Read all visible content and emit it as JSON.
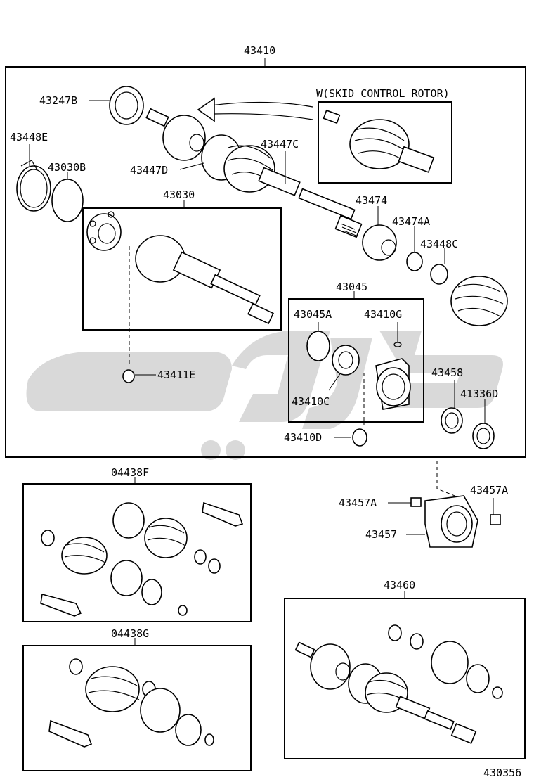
{
  "labels": {
    "main_assembly": "43410",
    "boot_outer": "43247B",
    "band_outer_a": "43448E",
    "ring_a": "43030B",
    "clamp_d": "43447D",
    "clamp_c": "43447C",
    "skid_control": "W(SKID CONTROL ROTOR)",
    "inner_joint": "43030",
    "damper": "43474",
    "clamp_474a": "43474A",
    "band_448c": "43448C",
    "bearing_kit": "43045",
    "snap_ring_a": "43045A",
    "snap_ring_g": "43410G",
    "snap_ring_e": "43411E",
    "bearing_c": "43410C",
    "snap_ring_d": "43410D",
    "seal": "43458",
    "dust_cover": "41336D",
    "bolt_left": "43457A",
    "bolt_right": "43457A",
    "bracket": "43457",
    "boot_kit_f": "04438F",
    "boot_kit_g": "04438G",
    "alt_assembly": "43460",
    "diagram_code": "430356"
  },
  "icons": {
    "watermark": "logo-watermark",
    "arrow": "curved-arrow"
  }
}
